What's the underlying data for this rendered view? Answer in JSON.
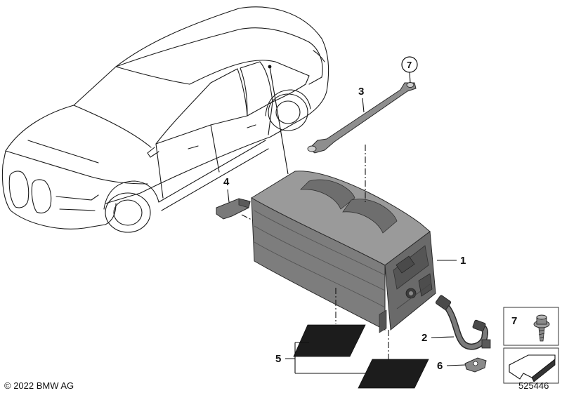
{
  "callouts": {
    "p1": "1",
    "p2": "2",
    "p3": "3",
    "p4": "4",
    "p5": "5",
    "p6": "6",
    "p7": "7"
  },
  "legend": {
    "item_number": "7"
  },
  "footer": {
    "copyright": "© 2022 BMW AG",
    "diagram_number": "525446"
  },
  "colors": {
    "line": "#1a1a1a",
    "component_body": "#8c8c8c",
    "component_dark": "#5f5f5f",
    "pad": "#1c1c1c"
  }
}
